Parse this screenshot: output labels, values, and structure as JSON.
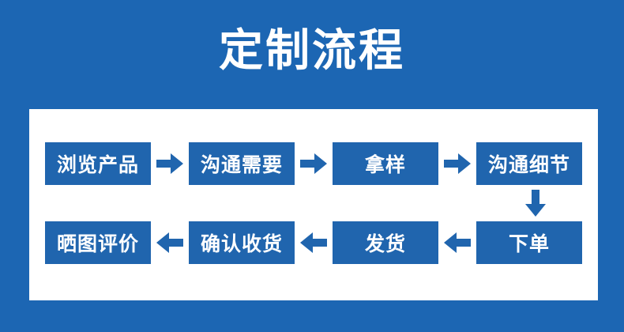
{
  "page": {
    "title": "定制流程",
    "background_color": "#1c66b3",
    "panel_color": "#ffffff",
    "box_color": "#2065ae",
    "box_text_color": "#ffffff",
    "arrow_color": "#2065ae"
  },
  "flow": {
    "row_top": {
      "steps": [
        {
          "label": "浏览产品"
        },
        {
          "label": "沟通需要"
        },
        {
          "label": "拿样"
        },
        {
          "label": "沟通细节"
        }
      ],
      "connector": "arrow-right-icon"
    },
    "row_bottom": {
      "steps": [
        {
          "label": "晒图评价"
        },
        {
          "label": "确认收货"
        },
        {
          "label": "发货"
        },
        {
          "label": "下单"
        }
      ],
      "connector": "arrow-left-icon"
    },
    "row_connector": "arrow-down-icon"
  }
}
